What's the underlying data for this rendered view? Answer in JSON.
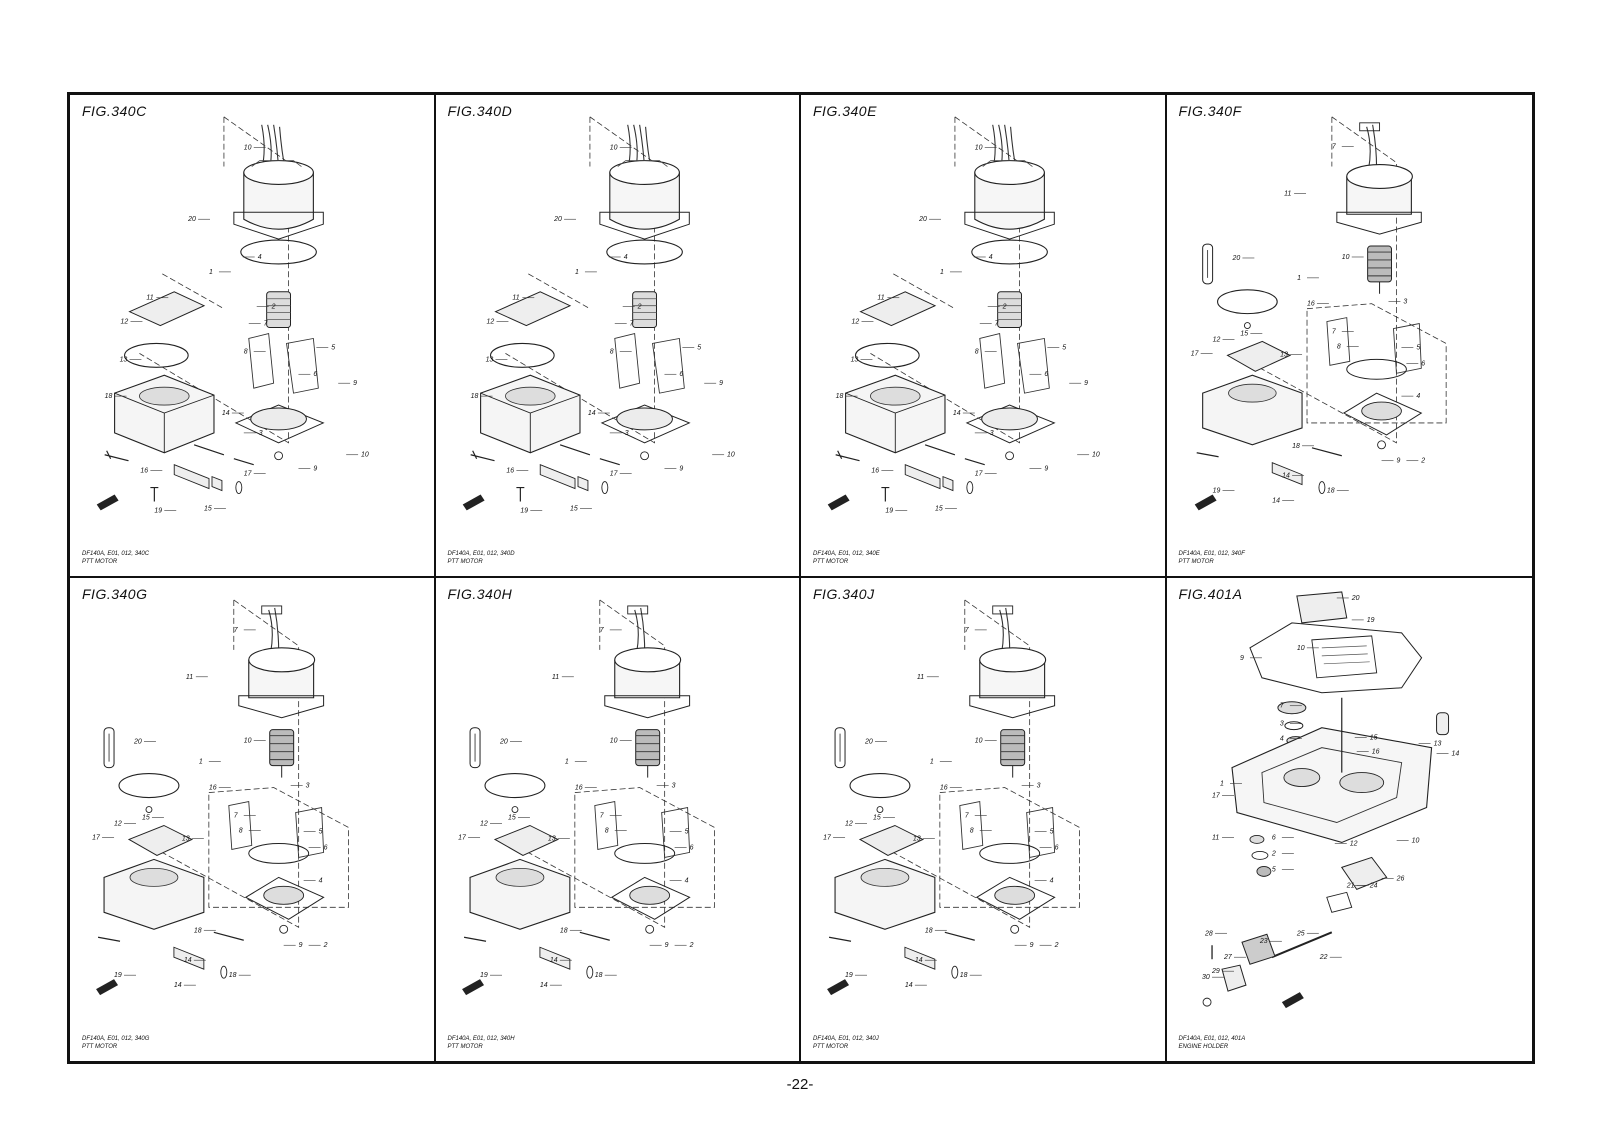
{
  "panels": [
    {
      "title": "FIG.340C",
      "code": "DF140A, E01, 012, 340C",
      "name": "PTT MOTOR",
      "style": "a",
      "callouts": [
        "10",
        "20",
        "4",
        "1",
        "2",
        "11",
        "12",
        "7",
        "8",
        "5",
        "6",
        "9",
        "13",
        "18",
        "14",
        "3",
        "16",
        "17",
        "9",
        "10",
        "19",
        "15"
      ]
    },
    {
      "title": "FIG.340D",
      "code": "DF140A, E01, 012, 340D",
      "name": "PTT MOTOR",
      "style": "a",
      "callouts": [
        "10",
        "20",
        "4",
        "1",
        "2",
        "11",
        "12",
        "7",
        "8",
        "5",
        "6",
        "9",
        "13",
        "18",
        "14",
        "3",
        "16",
        "17",
        "9",
        "10",
        "19",
        "15"
      ]
    },
    {
      "title": "FIG.340E",
      "code": "DF140A, E01, 012, 340E",
      "name": "PTT MOTOR",
      "style": "a",
      "callouts": [
        "10",
        "20",
        "4",
        "1",
        "2",
        "11",
        "12",
        "7",
        "8",
        "5",
        "6",
        "9",
        "13",
        "18",
        "14",
        "3",
        "16",
        "17",
        "9",
        "10",
        "19",
        "15"
      ]
    },
    {
      "title": "FIG.340F",
      "code": "DF140A, E01, 012, 340F",
      "name": "PTT MOTOR",
      "style": "b",
      "callouts": [
        "7",
        "11",
        "20",
        "10",
        "1",
        "16",
        "3",
        "15",
        "12",
        "7",
        "8",
        "5",
        "6",
        "17",
        "13",
        "4",
        "18",
        "14",
        "9",
        "2",
        "19",
        "14",
        "18"
      ]
    },
    {
      "title": "FIG.340G",
      "code": "DF140A, E01, 012, 340G",
      "name": "PTT MOTOR",
      "style": "b",
      "callouts": [
        "7",
        "11",
        "20",
        "10",
        "1",
        "16",
        "3",
        "15",
        "12",
        "7",
        "8",
        "5",
        "6",
        "17",
        "13",
        "4",
        "18",
        "14",
        "9",
        "2",
        "19",
        "14",
        "18"
      ]
    },
    {
      "title": "FIG.340H",
      "code": "DF140A, E01, 012, 340H",
      "name": "PTT MOTOR",
      "style": "b",
      "callouts": [
        "7",
        "11",
        "20",
        "10",
        "1",
        "16",
        "3",
        "15",
        "12",
        "7",
        "8",
        "5",
        "6",
        "17",
        "13",
        "4",
        "18",
        "14",
        "9",
        "2",
        "19",
        "14",
        "18"
      ]
    },
    {
      "title": "FIG.340J",
      "code": "DF140A, E01, 012, 340J",
      "name": "PTT MOTOR",
      "style": "b",
      "callouts": [
        "7",
        "11",
        "20",
        "10",
        "1",
        "16",
        "3",
        "15",
        "12",
        "7",
        "8",
        "5",
        "6",
        "17",
        "13",
        "4",
        "18",
        "14",
        "9",
        "2",
        "19",
        "14",
        "18"
      ]
    },
    {
      "title": "FIG.401A",
      "code": "DF140A, E01, 012, 401A",
      "name": "ENGINE HOLDER",
      "style": "c",
      "callouts": [
        "20",
        "19",
        "10",
        "9",
        "7",
        "3",
        "4",
        "15",
        "16",
        "13",
        "14",
        "1",
        "17",
        "11",
        "6",
        "2",
        "5",
        "12",
        "10",
        "28",
        "23",
        "25",
        "22",
        "29",
        "30",
        "27",
        "21",
        "24",
        "26"
      ]
    }
  ],
  "page_number": "-22-"
}
